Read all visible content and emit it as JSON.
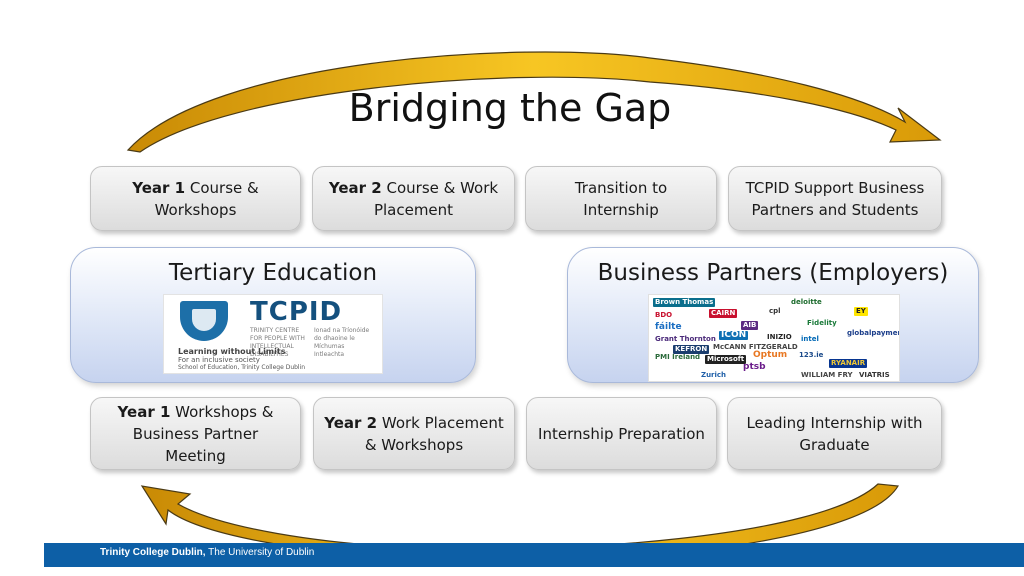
{
  "title": "Bridging the Gap",
  "top_boxes": [
    {
      "bold": "Year 1",
      "text": " Course & Workshops"
    },
    {
      "bold": "Year 2",
      "text": " Course & Work Placement"
    },
    {
      "bold": "",
      "text": "Transition to Internship"
    },
    {
      "bold": "",
      "text": "TCPID Support Business Partners and Students"
    }
  ],
  "bottom_boxes": [
    {
      "bold": "Year 1",
      "text": " Workshops & Business Partner Meeting"
    },
    {
      "bold": "Year 2",
      "text": " Work Placement & Workshops"
    },
    {
      "bold": "",
      "text": "Internship Preparation"
    },
    {
      "bold": "",
      "text": "Leading Internship with Graduate"
    }
  ],
  "left_panel": {
    "title": "Tertiary Education",
    "logo": {
      "name": "TCPID",
      "small_lines": [
        "TRINITY CENTRE FOR PEOPLE WITH INTELLECTUAL DISABILITIES"
      ],
      "irish_lines": [
        "Ionad na Tríonóide do dhaoine le Míchumas Intleachta"
      ],
      "tagline1": "Learning without Limits",
      "tagline2": "For an inclusive society",
      "tagline3": "School of Education, Trinity College Dublin"
    }
  },
  "right_panel": {
    "title": "Business Partners (Employers)",
    "logos": [
      "Brown Thomas",
      "CAIRN",
      "cpl",
      "deloitte",
      "EY",
      "BDO",
      "Fidelity",
      "globalpayments",
      "fáilte",
      "ICON",
      "Grant Thornton",
      "McCANN FITZGERALD",
      "INIZIO",
      "intel",
      "Optum",
      "123.ie",
      "RYANAIR",
      "Microsoft",
      "ptsb",
      "VIATRIS",
      "AIB",
      "PMI Ireland",
      "KEFRON",
      "Zurich",
      "WILLIAM FRY"
    ]
  },
  "footer": {
    "bold": "Trinity College Dublin,",
    "text": " The University of Dublin"
  },
  "colors": {
    "arrow": "#f0b30d",
    "arrow_outline": "#4a3a15",
    "footer": "#0d5fa6",
    "panel": "#d2ddf3"
  }
}
